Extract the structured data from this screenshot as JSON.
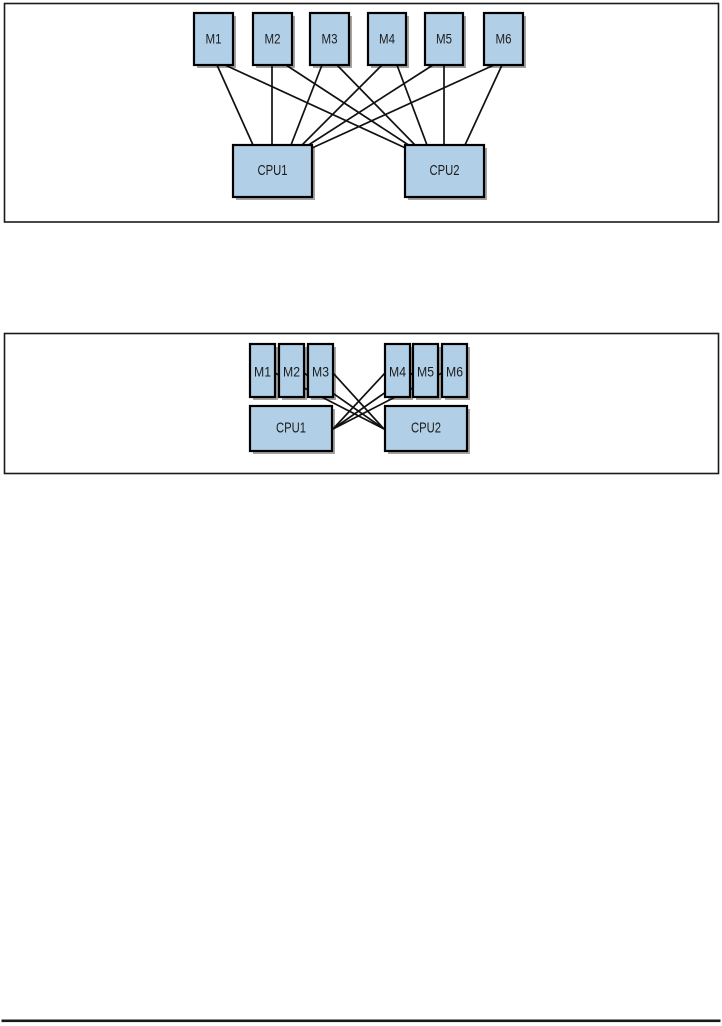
{
  "diagram1": {
    "type": "multiprocessor-shared-memory-diagram",
    "memories": [
      {
        "label": "M1"
      },
      {
        "label": "M2"
      },
      {
        "label": "M3"
      },
      {
        "label": "M4"
      },
      {
        "label": "M5"
      },
      {
        "label": "M6"
      }
    ],
    "cpus": [
      {
        "label": "CPU1"
      },
      {
        "label": "CPU2"
      }
    ],
    "edges": [
      [
        "M1",
        "CPU1"
      ],
      [
        "M1",
        "CPU2"
      ],
      [
        "M2",
        "CPU1"
      ],
      [
        "M2",
        "CPU2"
      ],
      [
        "M3",
        "CPU1"
      ],
      [
        "M3",
        "CPU2"
      ],
      [
        "M4",
        "CPU1"
      ],
      [
        "M4",
        "CPU2"
      ],
      [
        "M5",
        "CPU1"
      ],
      [
        "M5",
        "CPU2"
      ],
      [
        "M6",
        "CPU1"
      ],
      [
        "M6",
        "CPU2"
      ]
    ]
  },
  "diagram2": {
    "type": "multiprocessor-local-memory-diagram",
    "memories": [
      {
        "label": "M1"
      },
      {
        "label": "M2"
      },
      {
        "label": "M3"
      },
      {
        "label": "M4"
      },
      {
        "label": "M5"
      },
      {
        "label": "M6"
      }
    ],
    "cpus": [
      {
        "label": "CPU1"
      },
      {
        "label": "CPU2"
      }
    ],
    "local_memories": {
      "CPU1": [
        "M1",
        "M2",
        "M3"
      ],
      "CPU2": [
        "M4",
        "M5",
        "M6"
      ]
    },
    "edges": [
      [
        "M1",
        "CPU2"
      ],
      [
        "M2",
        "CPU2"
      ],
      [
        "M3",
        "CPU2"
      ],
      [
        "M4",
        "CPU1"
      ],
      [
        "M5",
        "CPU1"
      ],
      [
        "M6",
        "CPU1"
      ]
    ]
  },
  "colors": {
    "box_fill": "#b1d0e7",
    "box_border": "#000000",
    "connector": "#111111",
    "shadow": "#8c8c8c",
    "frame_border": "#1a1a1a",
    "page_background": "#ffffff",
    "label_text": "#1c1c1c"
  }
}
